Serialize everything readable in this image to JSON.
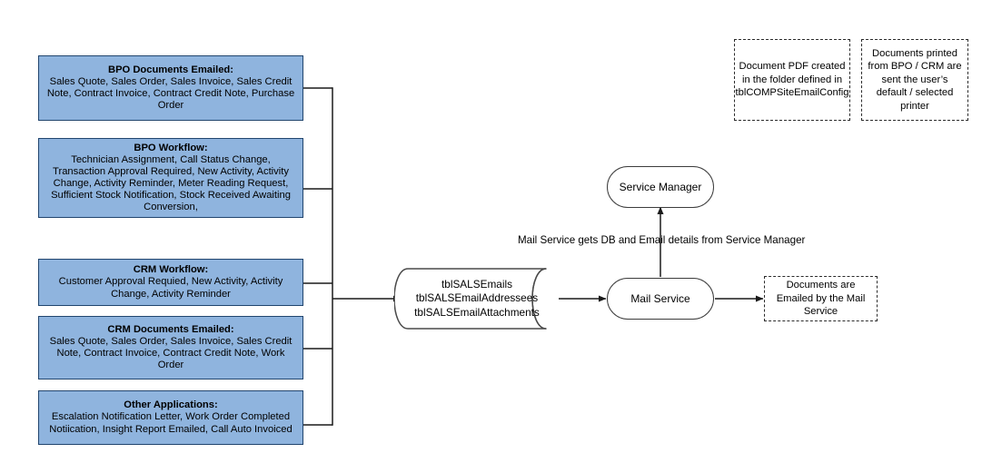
{
  "diagram": {
    "title": "Email Flow Diagram",
    "colors": {
      "source_box_fill": "#8FB4DE",
      "source_box_stroke": "#21456E",
      "note_stroke": "#2B2B2B",
      "connector": "#1A1A1A",
      "background": "#FFFFFF"
    },
    "source_boxes": [
      {
        "name": "bpo-documents-emailed",
        "title": "BPO Documents Emailed:",
        "body": "Sales Quote, Sales Order, Sales Invoice, Sales Credit Note, Contract Invoice, Contract Credit Note, Purchase Order"
      },
      {
        "name": "bpo-workflow",
        "title": "BPO Workflow:",
        "body": "Technician Assignment, Call Status Change, Transaction Approval Required, New Activity, Activity Change, Activity Reminder, Meter Reading Request, Sufficient Stock Notification, Stock Received Awaiting Conversion,"
      },
      {
        "name": "crm-workflow",
        "title": "CRM Workflow:",
        "body": "Customer Approval Requied, New Activity, Activity Change, Activity Reminder"
      },
      {
        "name": "crm-documents-emailed",
        "title": "CRM Documents Emailed:",
        "body": "Sales Quote, Sales Order, Sales Invoice, Sales Credit Note, Contract Invoice, Contract Credit Note, Work Order"
      },
      {
        "name": "other-applications",
        "title": "Other Applications:",
        "body": "Escalation Notification Letter, Work Order Completed Notiication, Insight Report Emailed, Call Auto Invoiced"
      }
    ],
    "database": {
      "name": "sals-email-tables",
      "shape": "cylinder",
      "lines": [
        "tblSALSEmails",
        "tblSALSEmailAddressees",
        "tblSALSEmailAttachments"
      ]
    },
    "service_manager": {
      "name": "service-manager",
      "shape": "rounded-rectangle",
      "label": "Service Manager"
    },
    "mail_service": {
      "name": "mail-service",
      "shape": "rounded-rectangle",
      "label": "Mail Service"
    },
    "connector_label": "Mail Service gets DB and Email details from Service Manager",
    "notes": [
      {
        "name": "document-pdf-note",
        "text": "Document PDF created in the folder defined in tblCOMPSiteEmailConfig"
      },
      {
        "name": "printed-documents-note",
        "text": "Documents printed from BPO / CRM are sent the user’s default / selected printer"
      },
      {
        "name": "documents-emailed-note",
        "text": "Documents are Emailed by the Mail Service"
      }
    ]
  }
}
